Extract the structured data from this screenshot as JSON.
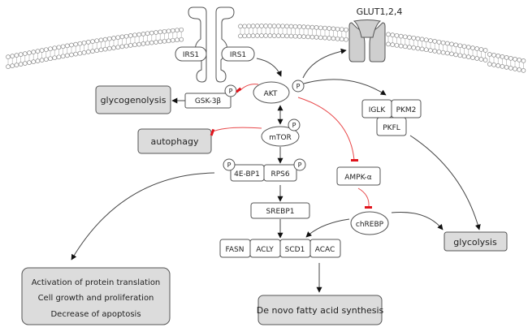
{
  "diagram": {
    "title": "Insulin/AKT/mTOR signaling and metabolic outcomes",
    "membrane": {
      "receptor_adapters": [
        "IRS1",
        "IRS1"
      ],
      "transporter_label": "GLUT1,2,4"
    },
    "nodes": {
      "akt": {
        "label": "AKT",
        "phospho": "P"
      },
      "mtor": {
        "label": "mTOR",
        "phospho": "P"
      },
      "gsk3b": {
        "label": "GSK-3β",
        "phospho": "P"
      },
      "glycogenolysis": {
        "label": "glycogenolysis"
      },
      "autophagy": {
        "label": "autophagy"
      },
      "eb41": {
        "label": "4E-BP1",
        "phospho": "P"
      },
      "rps6": {
        "label": "RPS6",
        "phospho": "P"
      },
      "srebp1": {
        "label": "SREBP1"
      },
      "ampk": {
        "label": "AMPK-α"
      },
      "chrebp": {
        "label": "chREBP"
      },
      "iglk": {
        "label": "IGLK"
      },
      "pkm2": {
        "label": "PKM2"
      },
      "pkfl": {
        "label": "PKFL"
      },
      "glycolysis": {
        "label": "glycolysis"
      },
      "fasn": {
        "label": "FASN"
      },
      "acly": {
        "label": "ACLY"
      },
      "scd1": {
        "label": "SCD1"
      },
      "acac": {
        "label": "ACAC"
      },
      "translation_outcome": {
        "lines": [
          "Activation of protein translation",
          "Cell growth and proliferation",
          "Decrease of apoptosis"
        ]
      },
      "fatty_acid": {
        "label": "De novo fatty acid synthesis"
      }
    },
    "edges": [
      {
        "from": "IRS1",
        "to": "AKT",
        "type": "activation"
      },
      {
        "from": "AKT",
        "to": "GLUT1,2,4",
        "type": "activation"
      },
      {
        "from": "AKT",
        "to": "IGLK/PKM2/PKFL",
        "type": "activation"
      },
      {
        "from": "AKT",
        "to": "GSK-3β",
        "type": "inhibition"
      },
      {
        "from": "GSK-3β",
        "to": "glycogenolysis",
        "type": "activation"
      },
      {
        "from": "AKT",
        "to": "mTOR",
        "type": "bidirectional"
      },
      {
        "from": "mTOR",
        "to": "autophagy",
        "type": "inhibition"
      },
      {
        "from": "AKT",
        "to": "AMPK-α",
        "type": "inhibition"
      },
      {
        "from": "AMPK-α",
        "to": "chREBP",
        "type": "inhibition"
      },
      {
        "from": "mTOR",
        "to": "4E-BP1/RPS6",
        "type": "activation"
      },
      {
        "from": "4E-BP1",
        "to": "Activation of protein translation",
        "type": "activation"
      },
      {
        "from": "RPS6",
        "to": "SREBP1",
        "type": "activation"
      },
      {
        "from": "SREBP1",
        "to": "FASN/ACLY/SCD1/ACAC",
        "type": "activation"
      },
      {
        "from": "chREBP",
        "to": "FASN/ACLY/SCD1/ACAC",
        "type": "activation"
      },
      {
        "from": "chREBP",
        "to": "glycolysis",
        "type": "activation"
      },
      {
        "from": "PKFL",
        "to": "glycolysis",
        "type": "activation"
      },
      {
        "from": "ACAC",
        "to": "De novo fatty acid synthesis",
        "type": "activation"
      }
    ],
    "colors": {
      "inhibition": "#e0141c",
      "outcome_fill": "#dcdcdc",
      "stroke": "#555555"
    }
  }
}
